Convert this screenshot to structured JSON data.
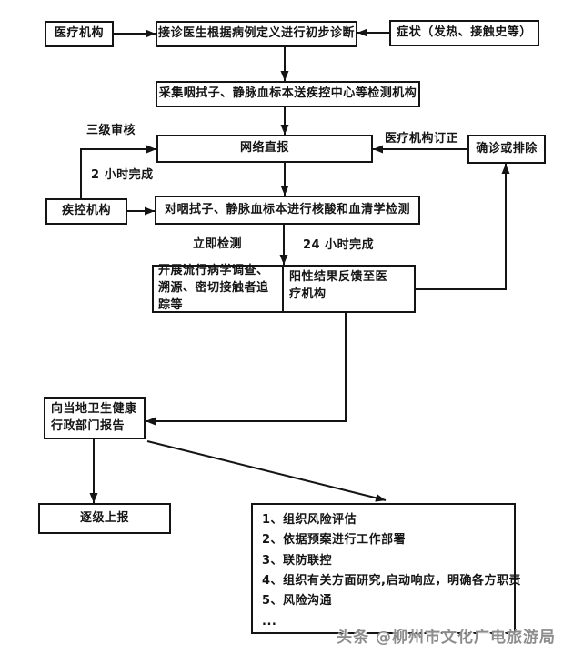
{
  "diagram": {
    "type": "flowchart",
    "nodes": {
      "medical_org": "医疗机构",
      "initial_diagnosis": "接诊医生根据病例定义进行初步诊断",
      "symptoms": "症状（发热、接触史等）",
      "collect_samples": "采集咽拭子、静脉血标本送疾控中心等检测机构",
      "network_report": "网络直报",
      "confirm_or_exclude": "确诊或排除",
      "cdc_org": "疾控机构",
      "lab_test": "对咽拭子、静脉血标本进行核酸和血清学检测",
      "epi_investigation": "开展流行病学调查、溯源、密切接触者追踪等",
      "positive_feedback": "阳性结果反馈至医疗机构",
      "report_to_admin": "向当地卫生健康行政部门报告",
      "level_by_level_report": "逐级上报"
    },
    "edge_labels": {
      "three_level_review": "三级审核",
      "two_hours_done": "2 小时完成",
      "correction_by_medical_org": "医疗机构订正",
      "immediate_test": "立即检测",
      "twenty_four_hours_done": "24 小时完成"
    },
    "response_list": {
      "items": [
        "1、组织风险评估",
        "2、依据预案进行工作部署",
        "3、联防联控",
        "4、组织有关方面研究,启动响应，明确各方职责",
        "5、风险沟通",
        "..."
      ]
    },
    "colors": {
      "line": "#141414",
      "box_border": "#141414",
      "background": "#ffffff",
      "watermark": "#8d8d8d"
    }
  },
  "watermark": "头条 @柳州市文化广电旅游局"
}
